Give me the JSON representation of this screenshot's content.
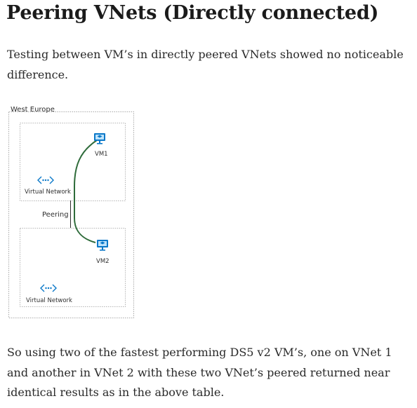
{
  "article": {
    "title": "Peering VNets (Directly connected)",
    "intro": "Testing between VM’s in directly peered VNets showed no noticeable difference.",
    "conclusion": "So using two of the fastest performing DS5 v2 VM’s, one on VNet 1 and another in VNet 2 with these two VNet’s peered returned near identical results as in the above table."
  },
  "diagram": {
    "region_label": "West Europe",
    "peering_label": "Peering",
    "vnet1": {
      "network_label": "Virtual Network",
      "vm_label": "VM1",
      "network_icon": "virtual-network-icon",
      "vm_icon": "virtual-machine-icon"
    },
    "vnet2": {
      "network_label": "Virtual Network",
      "vm_label": "VM2",
      "network_icon": "virtual-network-icon",
      "vm_icon": "virtual-machine-icon"
    },
    "colors": {
      "azure_blue": "#0a78c8",
      "peering_green": "#2e6b3a",
      "border_gray": "#a9a9a9",
      "label_text": "#2f2f2f"
    }
  }
}
